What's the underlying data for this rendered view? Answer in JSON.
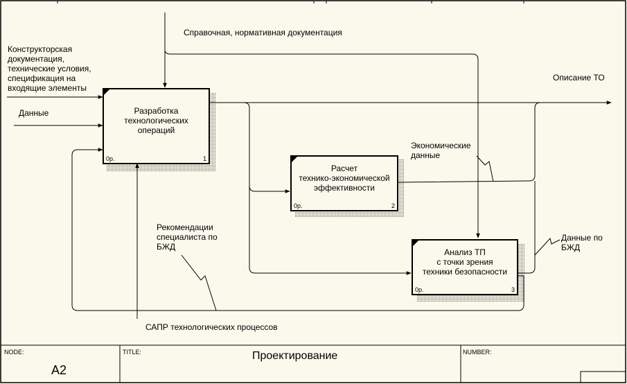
{
  "diagram": {
    "arrows": {
      "control_1": "Справочная, нормативная документация",
      "input_1": "Конструкторская\nдокументация,\nтехнические условия,\nспецификация на\nвходящие элементы",
      "input_2": "Данные",
      "output_1": "Описание ТО",
      "econ_data": "Экономические\nданные",
      "bzhd_data": "Данные по\nБЖД",
      "bzhd_recommend": "Рекомендации\nспециалиста по\nБЖД",
      "mechanism_1": "САПР технологических процессов"
    },
    "boxes": [
      {
        "label": "Разработка\nтехнологических\nопераций",
        "cost": "0р.",
        "number": "1"
      },
      {
        "label": "Расчет\nтехнико-экономической\nэффективности",
        "cost": "0р.",
        "number": "2"
      },
      {
        "label": "Анализ ТП\nс точки зрения\nтехники безопасности",
        "cost": "0р.",
        "number": "3"
      }
    ]
  },
  "footer": {
    "node_label": "NODE:",
    "node_value": "A2",
    "title_label": "TITLE:",
    "title_value": "Проектирование",
    "number_label": "NUMBER:"
  }
}
